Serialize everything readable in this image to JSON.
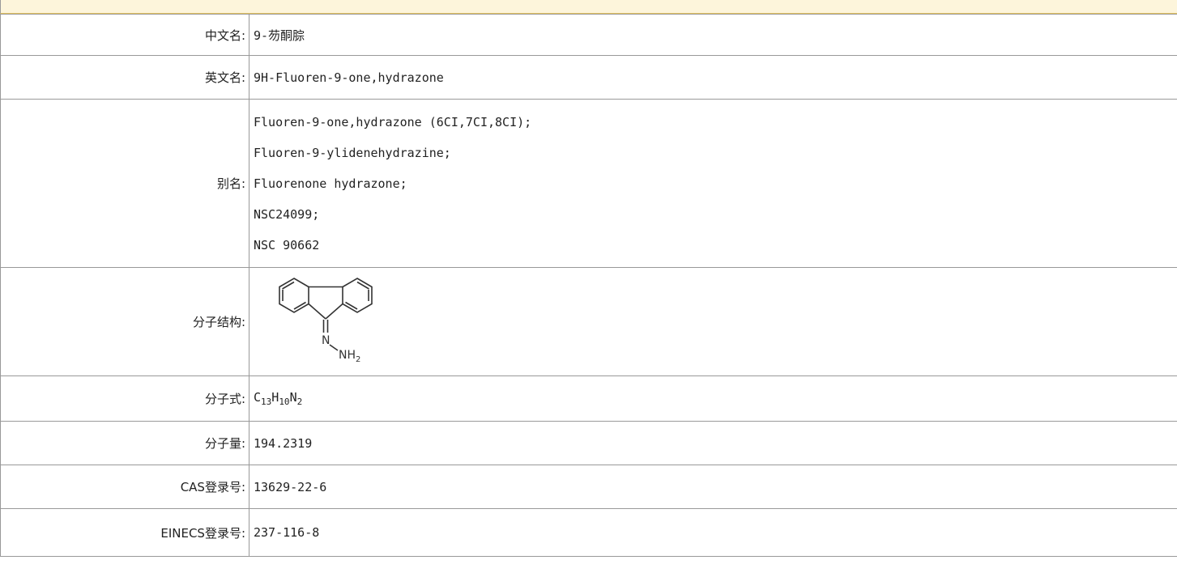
{
  "rows": {
    "chinese_name": {
      "label": "中文名:",
      "value": "9-芴酮腙"
    },
    "english_name": {
      "label": "英文名:",
      "value": "9H-Fluoren-9-one,hydrazone"
    },
    "alias": {
      "label": "别名:",
      "values": [
        "Fluoren-9-one,hydrazone (6CI,7CI,8CI);",
        "Fluoren-9-ylidenehydrazine;",
        "Fluorenone hydrazone;",
        "NSC24099;",
        "NSC 90662"
      ]
    },
    "structure": {
      "label": "分子结构:",
      "atom_n": "N",
      "atom_nh": "NH",
      "atom_sub": "2"
    },
    "formula": {
      "label": "分子式:",
      "parts": [
        {
          "text": "C",
          "sub": "13"
        },
        {
          "text": "H",
          "sub": "10"
        },
        {
          "text": "N",
          "sub": "2"
        }
      ]
    },
    "molecular_weight": {
      "label": "分子量:",
      "value": "194.2319"
    },
    "cas": {
      "label": "CAS登录号:",
      "value": "13629-22-6"
    },
    "einecs": {
      "label": "EINECS登录号:",
      "value": "237-116-8"
    }
  },
  "colors": {
    "band": "#fdf5db",
    "band_border": "#e2c15f",
    "grid": "#999999"
  }
}
